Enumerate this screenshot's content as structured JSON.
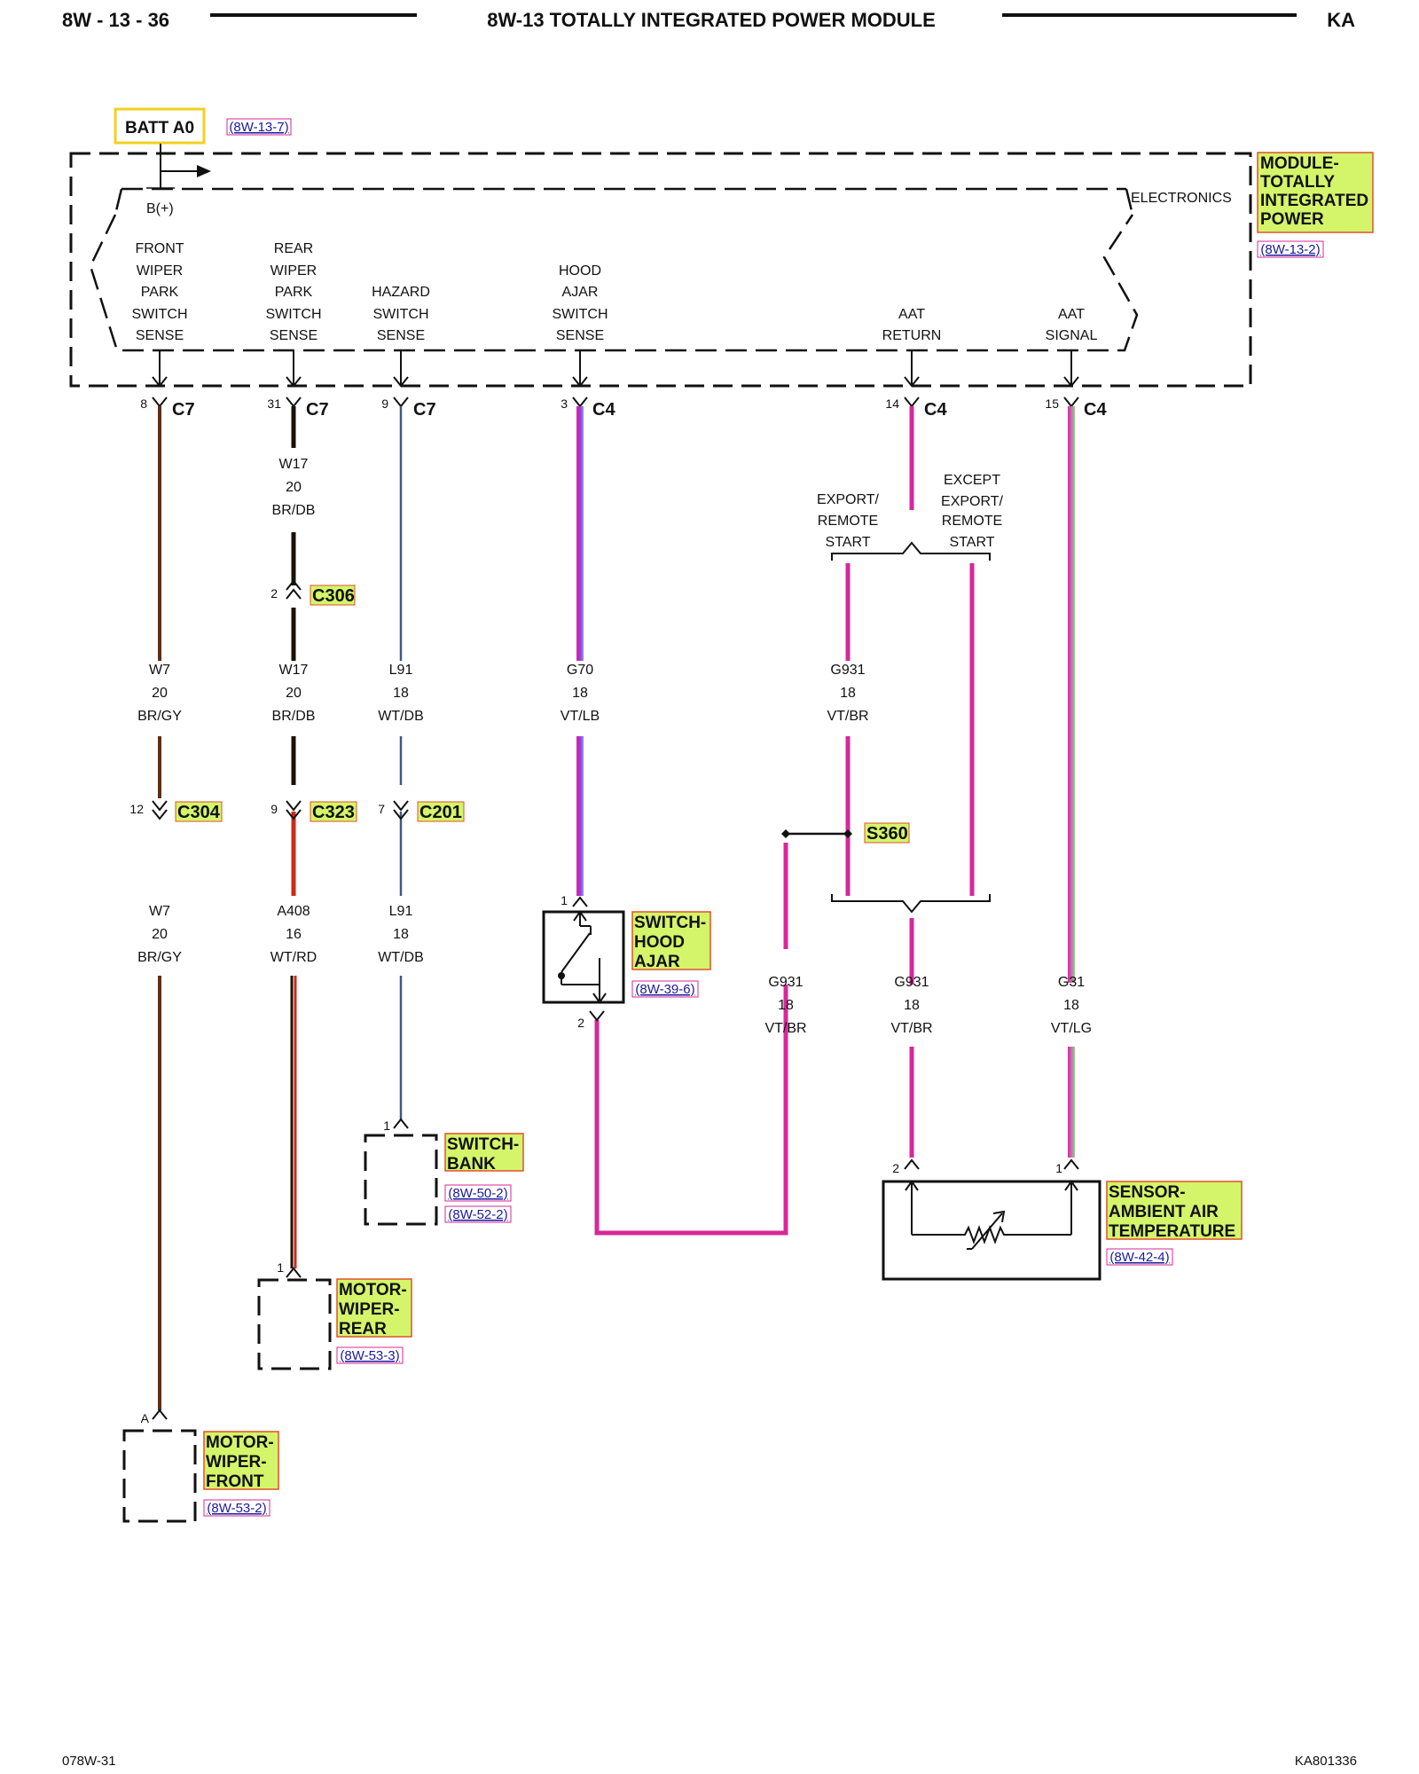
{
  "header": {
    "page_id": "8W - 13 - 36",
    "title": "8W-13 TOTALLY INTEGRATED POWER MODULE",
    "model": "KA"
  },
  "footer": {
    "left": "078W-31",
    "right": "KA801336"
  },
  "batt": {
    "label": "BATT A0",
    "ref": "(8W-13-7)"
  },
  "module": {
    "name_lines": [
      "MODULE-",
      "TOTALLY",
      "INTEGRATED",
      "POWER"
    ],
    "ref": "(8W-13-2)",
    "bplus": "B(+)",
    "electronics": "ELECTRONICS"
  },
  "circuits": [
    {
      "id": "front-wiper",
      "lines": [
        "FRONT",
        "WIPER",
        "PARK",
        "SWITCH",
        "SENSE"
      ],
      "pin": "8",
      "conn": "C7",
      "color": "#5a3018"
    },
    {
      "id": "rear-wiper",
      "lines": [
        "REAR",
        "WIPER",
        "PARK",
        "SWITCH",
        "SENSE"
      ],
      "pin": "31",
      "conn": "C7",
      "color": "#3a2010"
    },
    {
      "id": "hazard",
      "lines": [
        "HAZARD",
        "SWITCH",
        "SENSE"
      ],
      "pin": "9",
      "conn": "C7",
      "color": "#3e5a80"
    },
    {
      "id": "hood-ajar",
      "lines": [
        "HOOD",
        "AJAR",
        "SWITCH",
        "SENSE"
      ],
      "pin": "3",
      "conn": "C4",
      "color": "#8a6cf0"
    },
    {
      "id": "aat-return",
      "lines": [
        "AAT",
        "RETURN"
      ],
      "pin": "14",
      "conn": "C4",
      "color": "#d6289a"
    },
    {
      "id": "aat-signal",
      "lines": [
        "AAT",
        "SIGNAL"
      ],
      "pin": "15",
      "conn": "C4",
      "color": "#b87ab0"
    }
  ],
  "wires": [
    {
      "id": "w17-top",
      "lines": [
        "W17",
        "20",
        "BR/DB"
      ]
    },
    {
      "id": "w7-mid",
      "lines": [
        "W7",
        "20",
        "BR/GY"
      ]
    },
    {
      "id": "w17-mid",
      "lines": [
        "W17",
        "20",
        "BR/DB"
      ]
    },
    {
      "id": "l91-mid",
      "lines": [
        "L91",
        "18",
        "WT/DB"
      ]
    },
    {
      "id": "g70",
      "lines": [
        "G70",
        "18",
        "VT/LB"
      ]
    },
    {
      "id": "g931-mid",
      "lines": [
        "G931",
        "18",
        "VT/BR"
      ]
    },
    {
      "id": "w7-low",
      "lines": [
        "W7",
        "20",
        "BR/GY"
      ]
    },
    {
      "id": "a408",
      "lines": [
        "A408",
        "16",
        "WT/RD"
      ]
    },
    {
      "id": "l91-low",
      "lines": [
        "L91",
        "18",
        "WT/DB"
      ]
    },
    {
      "id": "g931-left",
      "lines": [
        "G931",
        "18",
        "VT/BR"
      ]
    },
    {
      "id": "g931-right",
      "lines": [
        "G931",
        "18",
        "VT/BR"
      ]
    },
    {
      "id": "g31",
      "lines": [
        "G31",
        "18",
        "VT/LG"
      ]
    }
  ],
  "inline_connectors": [
    {
      "id": "c306",
      "pin": "2",
      "name": "C306"
    },
    {
      "id": "c304",
      "pin": "12",
      "name": "C304"
    },
    {
      "id": "c323",
      "pin": "9",
      "name": "C323"
    },
    {
      "id": "c201",
      "pin": "7",
      "name": "C201"
    }
  ],
  "splice": {
    "name": "S360"
  },
  "export_labels": {
    "left": [
      "EXPORT/",
      "REMOTE",
      "START"
    ],
    "right": [
      "EXCEPT",
      "EXPORT/",
      "REMOTE",
      "START"
    ]
  },
  "components": {
    "hood_switch": {
      "lines": [
        "SWITCH-",
        "HOOD",
        "AJAR"
      ],
      "ref": "(8W-39-6)",
      "pin_top": "1",
      "pin_bottom": "2"
    },
    "switch_bank": {
      "lines": [
        "SWITCH-",
        "BANK"
      ],
      "refs": [
        "(8W-50-2)",
        "(8W-52-2)"
      ],
      "pin": "1"
    },
    "motor_rear": {
      "lines": [
        "MOTOR-",
        "WIPER-",
        "REAR"
      ],
      "ref": "(8W-53-3)",
      "pin": "1"
    },
    "motor_front": {
      "lines": [
        "MOTOR-",
        "WIPER-",
        "FRONT"
      ],
      "ref": "(8W-53-2)",
      "pin": "A"
    },
    "sensor": {
      "lines": [
        "SENSOR-",
        "AMBIENT AIR",
        "TEMPERATURE"
      ],
      "ref": "(8W-42-4)",
      "pin_left": "2",
      "pin_right": "1"
    }
  },
  "colors": {
    "highlight_green": "#d4f56a",
    "highlight_border": "#e0502a",
    "batt_border": "#f2d021",
    "ref_text": "#1a1aa0",
    "brown": "#5a3018",
    "dark": "#111111",
    "red": "#cc2a1a",
    "blue": "#3e5a80",
    "violet": "#d6289a",
    "light_blue": "#6fa2ff",
    "light_green": "#8fd08a"
  }
}
